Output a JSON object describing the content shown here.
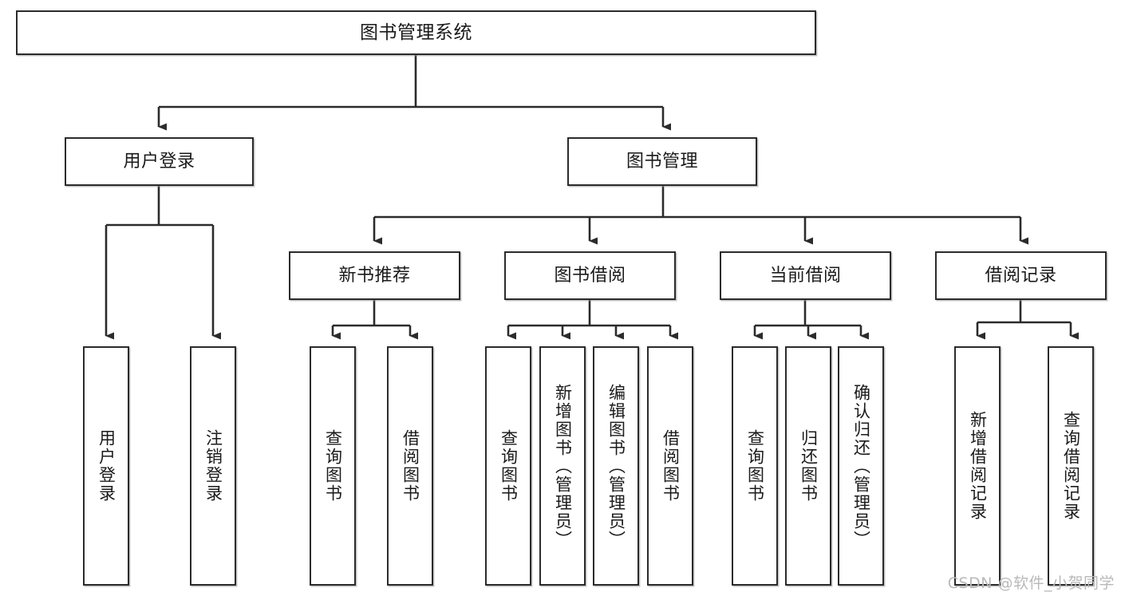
{
  "diagram": {
    "title": "图书管理系统",
    "type": "tree-hierarchy",
    "root": {
      "id": "root",
      "label": "图书管理系统"
    },
    "level2": [
      {
        "id": "user-login",
        "label": "用户登录"
      },
      {
        "id": "book-management",
        "label": "图书管理"
      }
    ],
    "level3": [
      {
        "id": "new-book-recommend",
        "label": "新书推荐",
        "parent": "book-management"
      },
      {
        "id": "book-borrow",
        "label": "图书借阅",
        "parent": "book-management"
      },
      {
        "id": "current-borrow",
        "label": "当前借阅",
        "parent": "book-management"
      },
      {
        "id": "borrow-record",
        "label": "借阅记录",
        "parent": "book-management"
      }
    ],
    "leaves": [
      {
        "id": "leaf-user-login",
        "label": "用户登录",
        "parent": "user-login"
      },
      {
        "id": "leaf-user-logout",
        "label": "注销登录",
        "parent": "user-login"
      },
      {
        "id": "leaf-query-book-1",
        "label": "查询图书",
        "parent": "new-book-recommend"
      },
      {
        "id": "leaf-borrow-book-1",
        "label": "借阅图书",
        "parent": "new-book-recommend"
      },
      {
        "id": "leaf-query-book-2",
        "label": "查询图书",
        "parent": "book-borrow"
      },
      {
        "id": "leaf-add-book",
        "label": "新增图书（管理员）",
        "parent": "book-borrow"
      },
      {
        "id": "leaf-edit-book",
        "label": "编辑图书（管理员）",
        "parent": "book-borrow"
      },
      {
        "id": "leaf-borrow-book-2",
        "label": "借阅图书",
        "parent": "book-borrow"
      },
      {
        "id": "leaf-query-book-3",
        "label": "查询图书",
        "parent": "current-borrow"
      },
      {
        "id": "leaf-return-book",
        "label": "归还图书",
        "parent": "current-borrow"
      },
      {
        "id": "leaf-confirm-return",
        "label": "确认归还（管理员）",
        "parent": "current-borrow"
      },
      {
        "id": "leaf-add-record",
        "label": "新增借阅记录",
        "parent": "borrow-record"
      },
      {
        "id": "leaf-query-record",
        "label": "查询借阅记录",
        "parent": "borrow-record"
      }
    ]
  },
  "colors": {
    "stroke": "#2b2b2b",
    "fill": "#ffffff",
    "text": "#1a1a1a",
    "watermark": "#b9b9b9"
  },
  "watermark": {
    "text": "CSDN @软件_小贺同学"
  }
}
